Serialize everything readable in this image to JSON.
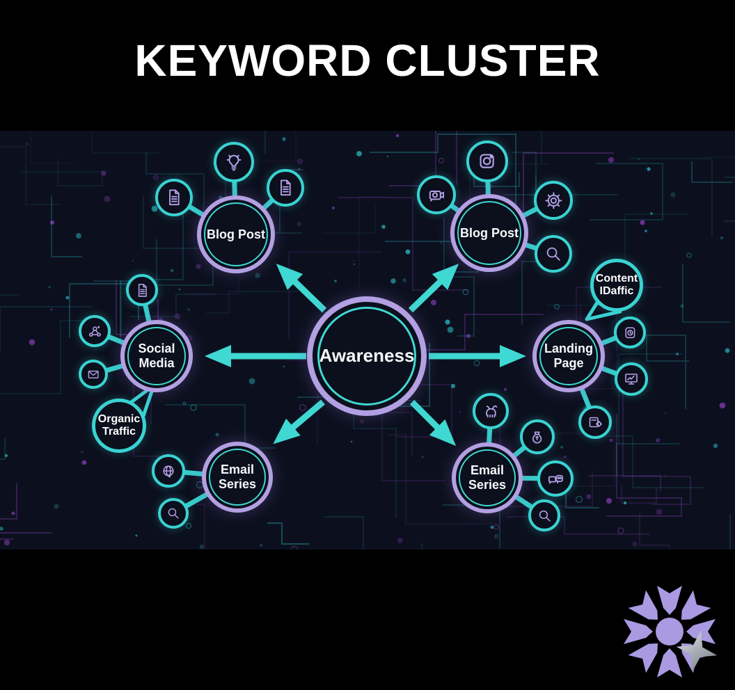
{
  "title": "KEYWORD CLUSTER",
  "center": {
    "label": "Awareness"
  },
  "nodes": [
    {
      "id": "blog-post-top-left",
      "label": "Blog Post",
      "icons": [
        "lightbulb-icon",
        "document-icon",
        "document-icon"
      ]
    },
    {
      "id": "blog-post-top-right",
      "label": "Blog Post",
      "icons": [
        "photo-app-icon",
        "video-camera-icon",
        "gear-icon",
        "magnifier-icon"
      ]
    },
    {
      "id": "social-media",
      "label": "Social Media",
      "icons": [
        "document-icon",
        "share-network-icon",
        "envelope-icon"
      ]
    },
    {
      "id": "landing-page",
      "label": "Landing Page",
      "icons": [
        "app-window-icon",
        "monitor-icon",
        "page-gear-icon"
      ]
    },
    {
      "id": "email-series-left",
      "label": "Email Series",
      "icons": [
        "globe-icon",
        "magnifier-icon"
      ]
    },
    {
      "id": "email-series-right",
      "label": "Email Series",
      "icons": [
        "pet-icon",
        "money-bag-icon",
        "camera-chat-icon",
        "magnifier-icon"
      ]
    }
  ],
  "bubbles": [
    {
      "id": "organic-traffic",
      "label": "Organic Traffic"
    },
    {
      "id": "content-traffic",
      "label": "Content IDaffic"
    }
  ],
  "colors": {
    "arrow_teal": "#3fd8d2",
    "ring_purple": "#b2a0e2",
    "icon_purple": "#b6a3ea",
    "panel_bg": "#0c101e",
    "node_fill": "#0c0f1c",
    "logo_lavender": "#a99ae1"
  }
}
